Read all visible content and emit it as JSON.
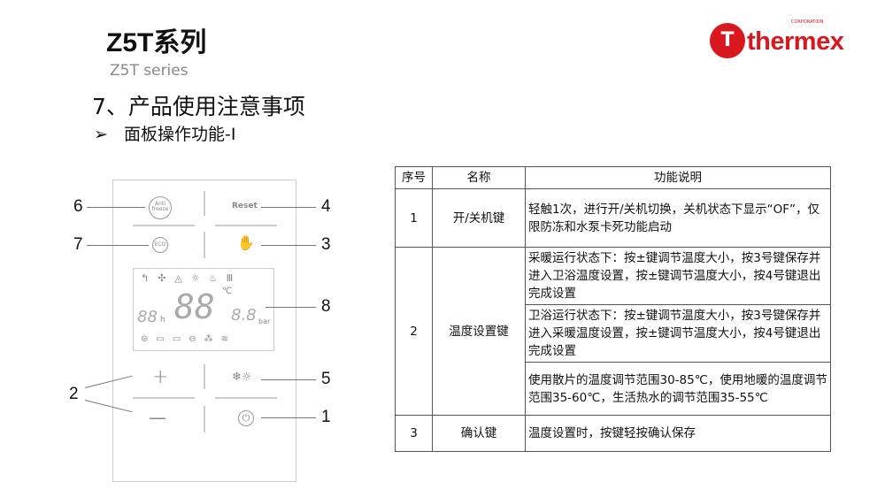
{
  "header": {
    "title": "Z5T系列",
    "subtitle": "Z5T series",
    "section": "7、产品使用注意事项",
    "subsection_bullet": "➢",
    "subsection": "面板操作功能-I"
  },
  "logo": {
    "text": "thermex",
    "corp": "CORPORATION",
    "brand_color": "#d7191f"
  },
  "panel": {
    "buttons": {
      "antifreeze": "Anti freeze",
      "reset": "Reset",
      "eco": "ECO",
      "plus": "+",
      "minus": "—",
      "snowflake": "❄☼",
      "power": "⏻",
      "hand": "✋"
    },
    "lcd": {
      "big_digits": "88",
      "small_digits_left": "88",
      "unit_h": "h",
      "small_digits_right": "8.8",
      "unit_c": "℃",
      "unit_bar": "bar"
    },
    "callouts": [
      "1",
      "2",
      "3",
      "4",
      "5",
      "6",
      "7",
      "8"
    ]
  },
  "table": {
    "headers": [
      "序号",
      "名称",
      "功能说明"
    ],
    "rows": [
      {
        "no": "1",
        "name": "开/关机键",
        "desc": [
          "轻触1次，进行开/关机切换，关机状态下显示“OF”，仅限防冻和水泵卡死功能启动"
        ]
      },
      {
        "no": "2",
        "name": "温度设置键",
        "desc": [
          "采暖运行状态下：按±键调节温度大小，按3号键保存并进入卫浴温度设置，按±键调节温度大小，按4号键退出完成设置",
          "卫浴运行状态下：按±键调节温度大小，按3号键保存并进入采暖温度设置，按±键调节温度大小，按4号键退出完成设置",
          "使用散片的温度调节范围30-85℃，使用地暖的温度调节范围35-60℃，生活热水的调节范围35-55℃"
        ]
      },
      {
        "no": "3",
        "name": "确认键",
        "desc": [
          "温度设置时，按键轻按确认保存"
        ]
      }
    ]
  }
}
